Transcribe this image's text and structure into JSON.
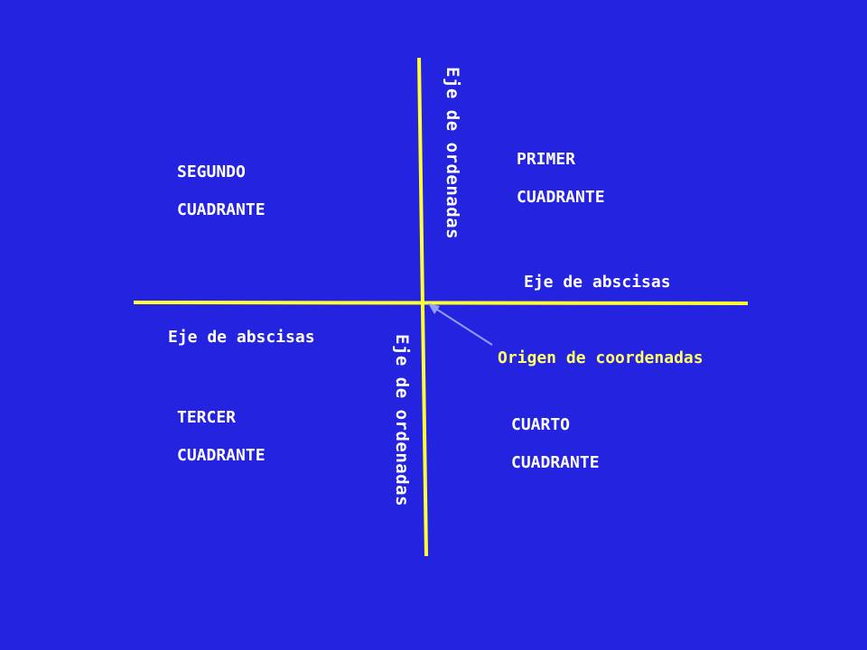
{
  "colors": {
    "background": "#2323e0",
    "axis": "#ffff33",
    "text_white": "#ffffff",
    "text_yellow": "#ffff66",
    "origin_arrow": "#8fa0ff"
  },
  "quadrants": {
    "first": {
      "line1": "PRIMER",
      "line2": "CUADRANTE"
    },
    "second": {
      "line1": "SEGUNDO",
      "line2": "CUADRANTE"
    },
    "third": {
      "line1": "TERCER",
      "line2": "CUADRANTE"
    },
    "fourth": {
      "line1": "CUARTO",
      "line2": "CUADRANTE"
    }
  },
  "axes": {
    "ordinate_upper": "Eje de ordenadas",
    "ordinate_lower": "Eje de ordenadas",
    "abscissa_right": "Eje de abscisas",
    "abscissa_left": "Eje de abscisas"
  },
  "origin": {
    "label": "Origen de coordenadas"
  }
}
